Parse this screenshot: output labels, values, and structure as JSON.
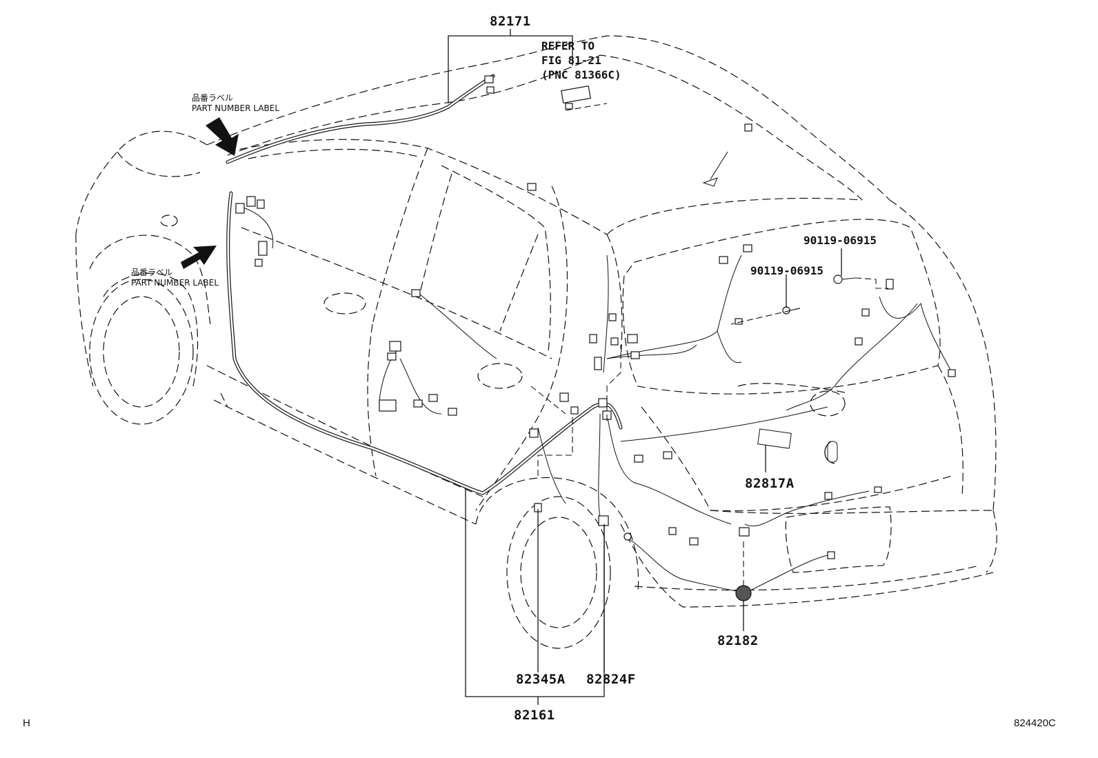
{
  "diagram": {
    "part_labels": {
      "p82171": "82171",
      "p82161": "82161",
      "p82345A": "82345A",
      "p82824F": "82824F",
      "p82182": "82182",
      "p82817A": "82817A",
      "p90119_a": "90119-06915",
      "p90119_b": "90119-06915"
    },
    "reference_note": {
      "line1": "REFER TO",
      "line2": "FIG 81-21",
      "line3": "(PNC 81366C)"
    },
    "callouts": [
      {
        "jp": "品番ラベル",
        "en": "PART NUMBER LABEL"
      },
      {
        "jp": "品番ラベル",
        "en": "PART NUMBER LABEL"
      }
    ],
    "corner_left": "H",
    "corner_right": "824420C"
  }
}
